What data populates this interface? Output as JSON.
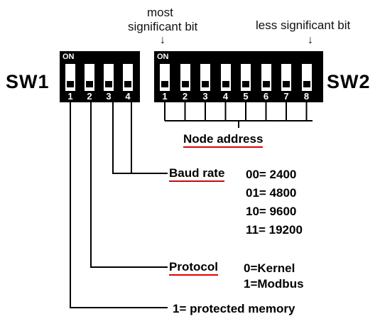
{
  "annotations": {
    "msb_line1": "most",
    "msb_line2": "significant bit",
    "lsb": "less significant bit",
    "arrow": "↓"
  },
  "switches": {
    "sw1": {
      "name": "SW1",
      "on_label": "ON",
      "positions": [
        "1",
        "2",
        "3",
        "4"
      ]
    },
    "sw2": {
      "name": "SW2",
      "on_label": "ON",
      "positions": [
        "1",
        "2",
        "3",
        "4",
        "5",
        "6",
        "7",
        "8"
      ]
    }
  },
  "labels": {
    "node_address": "Node address",
    "baud_rate": {
      "title": "Baud rate",
      "options": [
        "00= 2400",
        "01= 4800",
        "10= 9600",
        "11= 19200"
      ]
    },
    "protocol": {
      "title": "Protocol",
      "options": [
        "0=Kernel",
        "1=Modbus"
      ]
    },
    "protected_memory": "1= protected memory"
  },
  "colors": {
    "block": "#000000",
    "underline": "#e00000"
  }
}
